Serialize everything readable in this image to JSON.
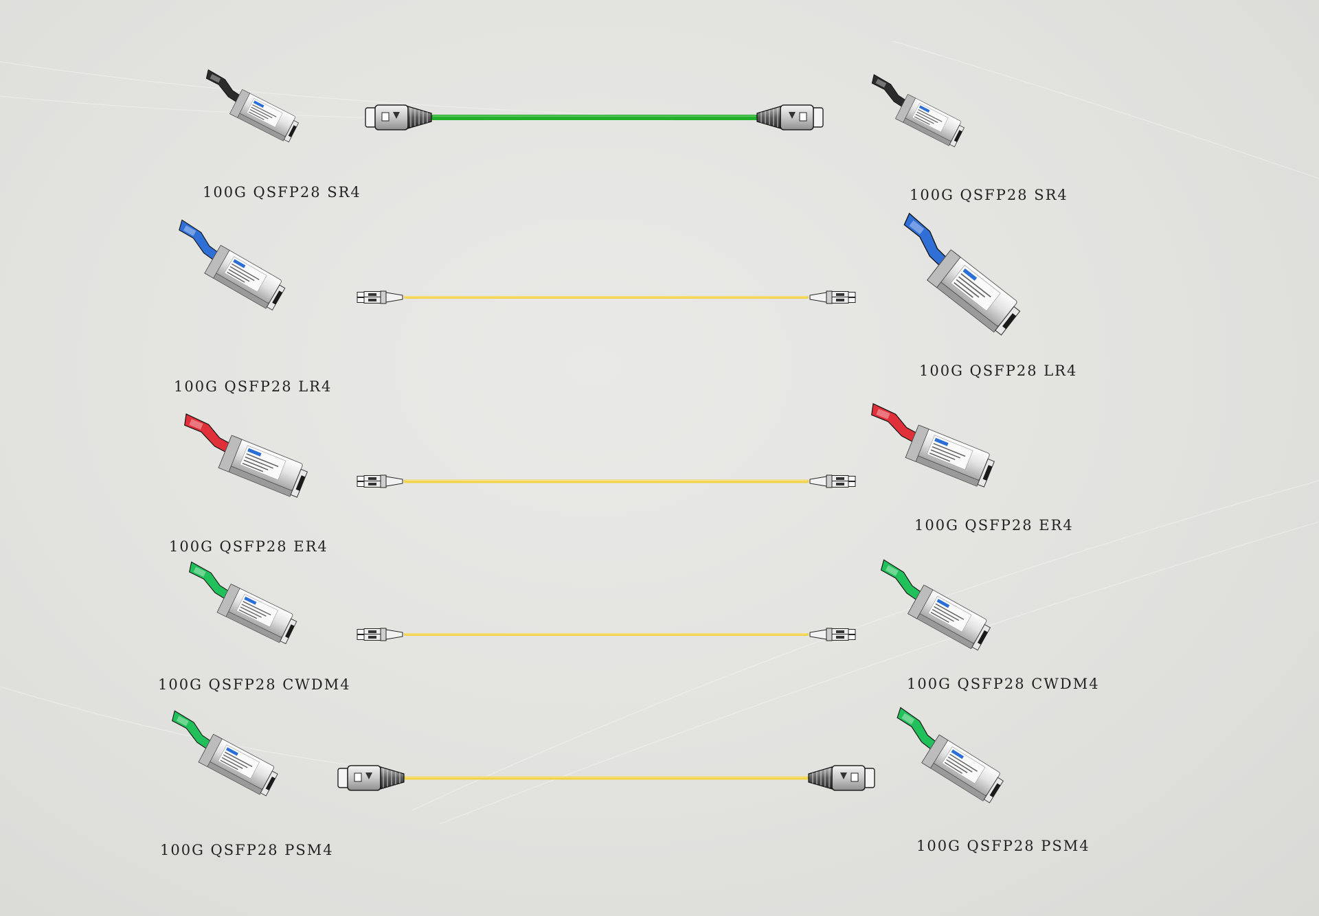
{
  "links": [
    {
      "left": {
        "label": "100G QSFP28 SR4",
        "tab_color": "#2b2b2b"
      },
      "right": {
        "label": "100G QSFP28 SR4",
        "tab_color": "#2b2b2b"
      },
      "cable": {
        "color": "#22b02c",
        "connector": "mpo"
      }
    },
    {
      "left": {
        "label": "100G QSFP28 LR4",
        "tab_color": "#2f6fd6"
      },
      "right": {
        "label": "100G QSFP28 LR4",
        "tab_color": "#2f6fd6"
      },
      "cable": {
        "color": "#f2d24a",
        "connector": "lc-duplex"
      }
    },
    {
      "left": {
        "label": "100G QSFP28 ER4",
        "tab_color": "#e0313a"
      },
      "right": {
        "label": "100G QSFP28 ER4",
        "tab_color": "#e0313a"
      },
      "cable": {
        "color": "#f2d24a",
        "connector": "lc-duplex"
      }
    },
    {
      "left": {
        "label": "100G QSFP28 CWDM4",
        "tab_color": "#22c05a"
      },
      "right": {
        "label": "100G QSFP28 CWDM4",
        "tab_color": "#22c05a"
      },
      "cable": {
        "color": "#f2d24a",
        "connector": "lc-duplex"
      }
    },
    {
      "left": {
        "label": "100G QSFP28 PSM4",
        "tab_color": "#22c05a"
      },
      "right": {
        "label": "100G QSFP28 PSM4",
        "tab_color": "#22c05a"
      },
      "cable": {
        "color": "#f2d24a",
        "connector": "mpo"
      }
    }
  ]
}
